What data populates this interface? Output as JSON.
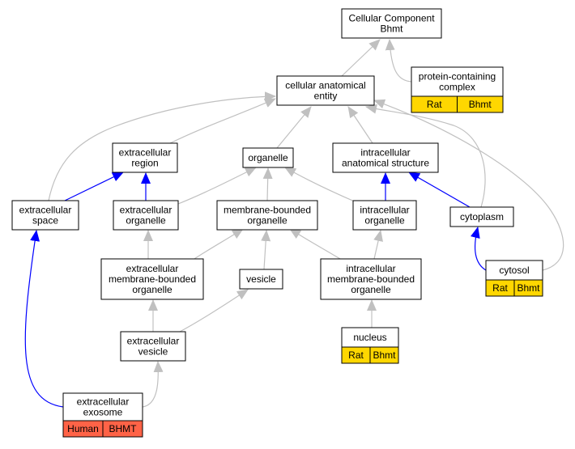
{
  "colors": {
    "gray_edge": "#c0c0c0",
    "blue_edge": "#0000ff",
    "rat_badge": "#ffd700",
    "human_badge": "#ff6347"
  },
  "nodes": {
    "cellular_component": {
      "lines": [
        "Cellular Component",
        "Bhmt"
      ]
    },
    "protein_containing_complex": {
      "lines": [
        "protein-containing",
        "complex"
      ],
      "badges": [
        "Rat",
        "Bhmt"
      ],
      "badge_color": "rat"
    },
    "cellular_anatomical_entity": {
      "lines": [
        "cellular anatomical",
        "entity"
      ]
    },
    "extracellular_region": {
      "lines": [
        "extracellular",
        "region"
      ]
    },
    "organelle": {
      "lines": [
        "organelle"
      ]
    },
    "intracellular_anatomical_structure": {
      "lines": [
        "intracellular",
        "anatomical structure"
      ]
    },
    "extracellular_space": {
      "lines": [
        "extracellular",
        "space"
      ]
    },
    "extracellular_organelle": {
      "lines": [
        "extracellular",
        "organelle"
      ]
    },
    "membrane_bounded_organelle": {
      "lines": [
        "membrane-bounded",
        "organelle"
      ]
    },
    "intracellular_organelle": {
      "lines": [
        "intracellular",
        "organelle"
      ]
    },
    "cytoplasm": {
      "lines": [
        "cytoplasm"
      ]
    },
    "extracellular_membrane_bounded_organelle": {
      "lines": [
        "extracellular",
        "membrane-bounded",
        "organelle"
      ]
    },
    "vesicle": {
      "lines": [
        "vesicle"
      ]
    },
    "intracellular_membrane_bounded_organelle": {
      "lines": [
        "intracellular",
        "membrane-bounded",
        "organelle"
      ]
    },
    "cytosol": {
      "lines": [
        "cytosol"
      ],
      "badges": [
        "Rat",
        "Bhmt"
      ],
      "badge_color": "rat"
    },
    "extracellular_vesicle": {
      "lines": [
        "extracellular",
        "vesicle"
      ]
    },
    "nucleus": {
      "lines": [
        "nucleus"
      ],
      "badges": [
        "Rat",
        "Bhmt"
      ],
      "badge_color": "rat"
    },
    "extracellular_exosome": {
      "lines": [
        "extracellular",
        "exosome"
      ],
      "badges": [
        "Human",
        "BHMT"
      ],
      "badge_color": "human"
    }
  },
  "edges": [
    {
      "from": "protein_containing_complex",
      "to": "cellular_component",
      "type": "is_a"
    },
    {
      "from": "cellular_anatomical_entity",
      "to": "cellular_component",
      "type": "is_a"
    },
    {
      "from": "extracellular_region",
      "to": "cellular_anatomical_entity",
      "type": "is_a"
    },
    {
      "from": "organelle",
      "to": "cellular_anatomical_entity",
      "type": "is_a"
    },
    {
      "from": "intracellular_anatomical_structure",
      "to": "cellular_anatomical_entity",
      "type": "is_a"
    },
    {
      "from": "extracellular_space",
      "to": "cellular_anatomical_entity",
      "type": "is_a"
    },
    {
      "from": "cytoplasm",
      "to": "cellular_anatomical_entity",
      "type": "is_a"
    },
    {
      "from": "cytosol",
      "to": "cellular_anatomical_entity",
      "type": "is_a"
    },
    {
      "from": "extracellular_space",
      "to": "extracellular_region",
      "type": "part_of"
    },
    {
      "from": "extracellular_organelle",
      "to": "extracellular_region",
      "type": "part_of"
    },
    {
      "from": "extracellular_organelle",
      "to": "organelle",
      "type": "is_a"
    },
    {
      "from": "membrane_bounded_organelle",
      "to": "organelle",
      "type": "is_a"
    },
    {
      "from": "intracellular_organelle",
      "to": "organelle",
      "type": "is_a"
    },
    {
      "from": "intracellular_organelle",
      "to": "intracellular_anatomical_structure",
      "type": "part_of"
    },
    {
      "from": "cytoplasm",
      "to": "intracellular_anatomical_structure",
      "type": "part_of"
    },
    {
      "from": "cytosol",
      "to": "cytoplasm",
      "type": "part_of"
    },
    {
      "from": "extracellular_membrane_bounded_organelle",
      "to": "extracellular_organelle",
      "type": "is_a"
    },
    {
      "from": "extracellular_membrane_bounded_organelle",
      "to": "membrane_bounded_organelle",
      "type": "is_a"
    },
    {
      "from": "vesicle",
      "to": "membrane_bounded_organelle",
      "type": "is_a"
    },
    {
      "from": "intracellular_membrane_bounded_organelle",
      "to": "membrane_bounded_organelle",
      "type": "is_a"
    },
    {
      "from": "intracellular_membrane_bounded_organelle",
      "to": "intracellular_organelle",
      "type": "is_a"
    },
    {
      "from": "extracellular_vesicle",
      "to": "extracellular_membrane_bounded_organelle",
      "type": "is_a"
    },
    {
      "from": "extracellular_vesicle",
      "to": "vesicle",
      "type": "is_a"
    },
    {
      "from": "nucleus",
      "to": "intracellular_membrane_bounded_organelle",
      "type": "is_a"
    },
    {
      "from": "extracellular_exosome",
      "to": "extracellular_vesicle",
      "type": "is_a"
    },
    {
      "from": "extracellular_exosome",
      "to": "extracellular_space",
      "type": "part_of"
    }
  ]
}
